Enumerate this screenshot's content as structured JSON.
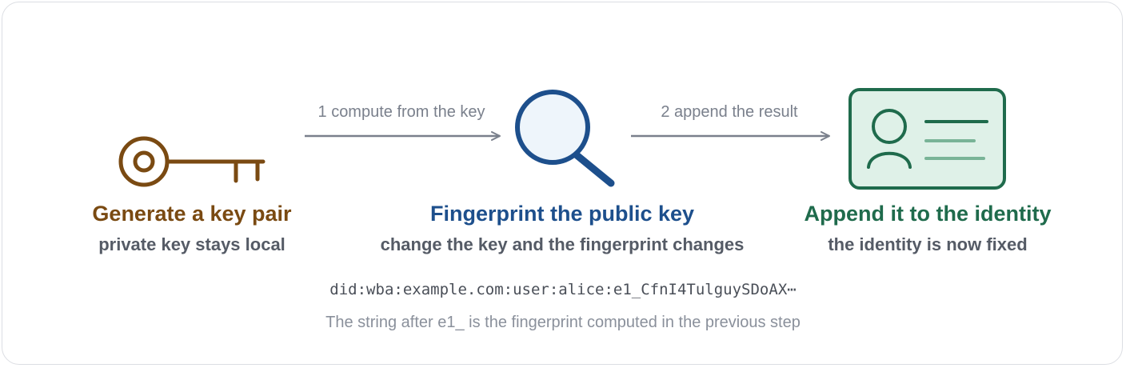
{
  "colors": {
    "key": "#7a4a12",
    "fingerprint": "#1d4f8c",
    "identity": "#1f6b4c",
    "identity_fill": "#dff1e8",
    "identity_line": "#79b497",
    "lens_fill": "#eef5fb",
    "arrow": "#7a808c"
  },
  "steps": [
    {
      "icon": "key-icon",
      "title": "Generate a key pair",
      "subtitle": "private key stays local"
    },
    {
      "icon": "magnifier-icon",
      "title": "Fingerprint the public key",
      "subtitle": "change the key and the fingerprint changes"
    },
    {
      "icon": "id-card-icon",
      "title": "Append it to the identity",
      "subtitle": "the identity is now fixed"
    }
  ],
  "arrows": [
    {
      "label": "1 compute from the key"
    },
    {
      "label": "2 append the result"
    }
  ],
  "did_example": "did:wba:example.com:user:alice:e1_CfnI4TulguySDoAX⋯",
  "note": "The string after e1_ is the fingerprint computed in the previous step"
}
